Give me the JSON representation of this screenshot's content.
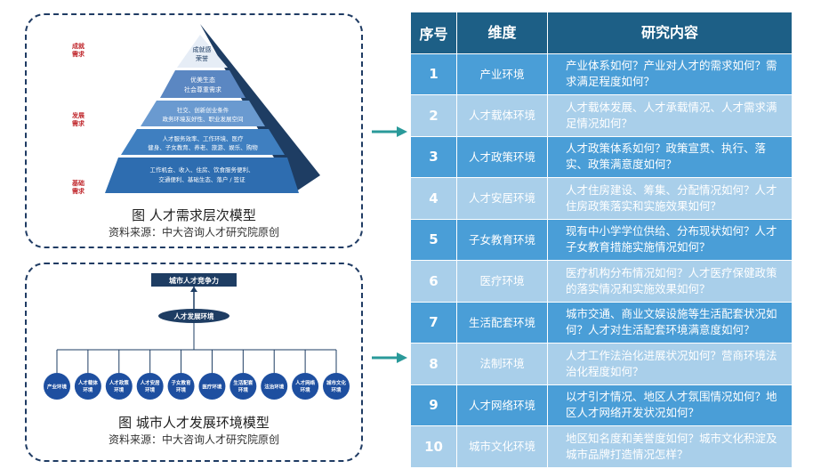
{
  "pyramid": {
    "side_labels": {
      "top": [
        "成就",
        "需求"
      ],
      "middle": [
        "发展",
        "需求"
      ],
      "bottom": [
        "基础",
        "需求"
      ]
    },
    "levels": [
      {
        "lines": [
          "成就感",
          "荣誉"
        ]
      },
      {
        "lines": [
          "优美生态",
          "社会尊重需求"
        ]
      },
      {
        "lines": [
          "社交、创新创业条件",
          "政务环境友好性、职业发展空间"
        ]
      },
      {
        "lines": [
          "人才服务效率、工作环境、医疗",
          "健身、子女教育、养老、旅游、娱乐、购物"
        ]
      },
      {
        "lines": [
          "工作机会、收入、住房、饮食服务便利、",
          "交通便利、基础生态、落户 / 签证"
        ]
      }
    ],
    "caption": "图   人才需求层次模型",
    "source": "资料来源：中大咨询人才研究院原创"
  },
  "tree": {
    "root": "城市人才竞争力",
    "mid": "人才发展环境",
    "leaves": [
      [
        "产业环境"
      ],
      [
        "人才载体",
        "环境"
      ],
      [
        "人才政策",
        "环境"
      ],
      [
        "人才安居",
        "环境"
      ],
      [
        "子女教育",
        "环境"
      ],
      [
        "医疗环境"
      ],
      [
        "生活配套",
        "环境"
      ],
      [
        "法治环境"
      ],
      [
        "人才网络",
        "环境"
      ],
      [
        "城市文化",
        "环境"
      ]
    ],
    "caption": "图   城市人才发展环境模型",
    "source": "资料来源：中大咨询人才研究院原创"
  },
  "table": {
    "headers": [
      "序号",
      "维度",
      "研究内容"
    ],
    "rows": [
      {
        "no": "1",
        "dim": "产业环境",
        "content": "产业体系如何？产业对人才的需求如何？需求满足程度如何？"
      },
      {
        "no": "2",
        "dim": "人才载体环境",
        "content": "人才载体发展、人才承载情况、人才需求满足情况如何？"
      },
      {
        "no": "3",
        "dim": "人才政策环境",
        "content": "人才政策体系如何？政策宣贯、执行、落实、政策满意度如何？"
      },
      {
        "no": "4",
        "dim": "人才安居环境",
        "content": "人才住房建设、筹集、分配情况如何？人才住房政策落实和实施效果如何？"
      },
      {
        "no": "5",
        "dim": "子女教育环境",
        "content": "现有中小学学位供给、分布现状如何？人才子女教育措施实施情况如何？"
      },
      {
        "no": "6",
        "dim": "医疗环境",
        "content": "医疗机构分布情况如何？人才医疗保健政策的落实情况和实施效果如何？"
      },
      {
        "no": "7",
        "dim": "生活配套环境",
        "content": "城市交通、商业文娱设施等生活配套状况如何？人才对生活配套环境满意度如何？"
      },
      {
        "no": "8",
        "dim": "法制环境",
        "content": "人才工作法治化进展状况如何？营商环境法治化程度如何？"
      },
      {
        "no": "9",
        "dim": "人才网络环境",
        "content": "以才引才情况、地区人才氛围情况如何？地区人才网络开发状况如何？"
      },
      {
        "no": "10",
        "dim": "城市文化环境",
        "content": "地区知名度和美誉度如何？城市文化积淀及城市品牌打造情况怎样？"
      }
    ]
  },
  "colors": {
    "header": "#1d5f86",
    "row_dark": "#4a9ed7",
    "row_light": "#a9cfea",
    "arrow": "#2a9a9a",
    "navy": "#1f3b63"
  }
}
